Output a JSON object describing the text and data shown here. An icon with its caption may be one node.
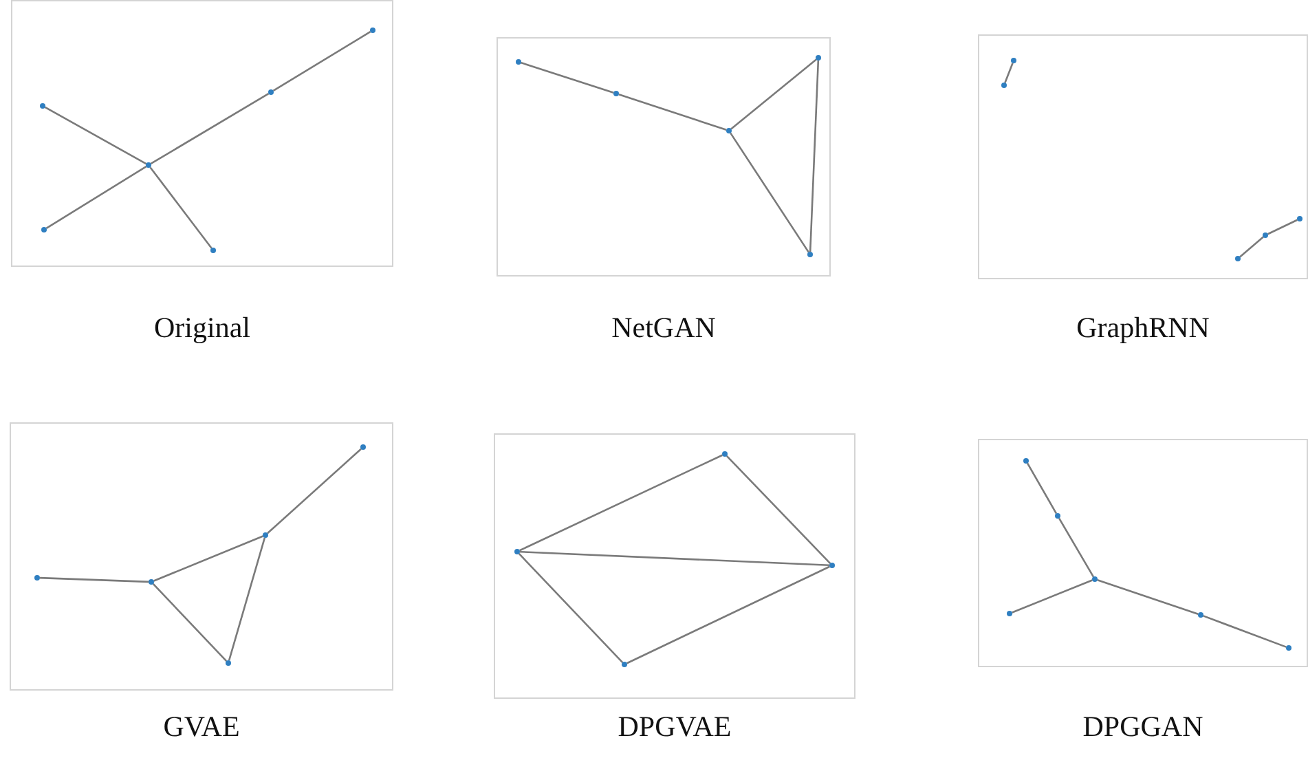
{
  "diagram": {
    "nodes": [
      {
        "text": [
          "Original"
        ]
      },
      {
        "text": [],
        "shape": "circle",
        "in": 0
      },
      {
        "text": [],
        "shape": "circle",
        "in": 0
      },
      {
        "text": [],
        "shape": "circle",
        "in": 0
      },
      {
        "text": [],
        "shape": "circle",
        "in": 0
      },
      {
        "text": [],
        "shape": "circle",
        "in": 0
      },
      {
        "text": [],
        "shape": "circle",
        "in": 0
      },
      {
        "text": [
          "NetGAN"
        ]
      },
      {
        "text": [],
        "shape": "circle",
        "in": 7
      },
      {
        "text": [],
        "shape": "circle",
        "in": 7
      },
      {
        "text": [],
        "shape": "circle",
        "in": 7
      },
      {
        "text": [],
        "shape": "circle",
        "in": 7
      },
      {
        "text": [],
        "shape": "circle",
        "in": 7
      },
      {
        "text": [
          "GraphRNN"
        ]
      },
      {
        "text": [],
        "shape": "circle",
        "in": 13
      },
      {
        "text": [],
        "shape": "circle",
        "in": 13
      },
      {
        "text": [],
        "shape": "circle",
        "in": 13
      },
      {
        "text": [],
        "shape": "circle",
        "in": 13
      },
      {
        "text": [],
        "shape": "circle",
        "in": 13
      },
      {
        "text": [
          "GVAE"
        ]
      },
      {
        "text": [],
        "shape": "circle",
        "in": 19
      },
      {
        "text": [],
        "shape": "circle",
        "in": 19
      },
      {
        "text": [],
        "shape": "circle",
        "in": 19
      },
      {
        "text": [],
        "shape": "circle",
        "in": 19
      },
      {
        "text": [],
        "shape": "circle",
        "in": 19
      },
      {
        "text": [
          "DPGVAE"
        ]
      },
      {
        "text": [],
        "shape": "circle",
        "in": 25
      },
      {
        "text": [],
        "shape": "circle",
        "in": 25
      },
      {
        "text": [],
        "shape": "circle",
        "in": 25
      },
      {
        "text": [],
        "shape": "circle",
        "in": 25
      },
      {
        "text": [
          "DPGGAN"
        ]
      },
      {
        "text": [],
        "shape": "circle",
        "in": 30
      },
      {
        "text": [],
        "shape": "circle",
        "in": 30
      },
      {
        "text": [],
        "shape": "circle",
        "in": 30
      },
      {
        "text": [],
        "shape": "circle",
        "in": 30
      },
      {
        "text": [],
        "shape": "circle",
        "in": 30
      },
      {
        "text": [],
        "shape": "circle",
        "in": 30
      }
    ],
    "edges": [
      {
        "from": 3,
        "to": 4,
        "arrow": "none"
      },
      {
        "from": 4,
        "to": 6,
        "arrow": "none"
      },
      {
        "from": 5,
        "to": 4,
        "arrow": "none"
      },
      {
        "from": 4,
        "to": 2,
        "arrow": "none"
      },
      {
        "from": 2,
        "to": 1,
        "arrow": "none"
      },
      {
        "from": 8,
        "to": 9,
        "arrow": "none"
      },
      {
        "from": 9,
        "to": 10,
        "arrow": "none"
      },
      {
        "from": 10,
        "to": 11,
        "arrow": "none"
      },
      {
        "from": 10,
        "to": 12,
        "arrow": "none"
      },
      {
        "from": 11,
        "to": 12,
        "arrow": "none"
      },
      {
        "from": 14,
        "to": 15,
        "arrow": "none"
      },
      {
        "from": 18,
        "to": 17,
        "arrow": "none"
      },
      {
        "from": 17,
        "to": 16,
        "arrow": "none"
      },
      {
        "from": 22,
        "to": 23,
        "arrow": "none"
      },
      {
        "from": 23,
        "to": 21,
        "arrow": "none"
      },
      {
        "from": 23,
        "to": 24,
        "arrow": "none"
      },
      {
        "from": 24,
        "to": 21,
        "arrow": "none"
      },
      {
        "from": 21,
        "to": 20,
        "arrow": "none"
      },
      {
        "from": 27,
        "to": 26,
        "arrow": "none"
      },
      {
        "from": 26,
        "to": 28,
        "arrow": "none"
      },
      {
        "from": 27,
        "to": 28,
        "arrow": "none"
      },
      {
        "from": 27,
        "to": 29,
        "arrow": "none"
      },
      {
        "from": 29,
        "to": 28,
        "arrow": "none"
      },
      {
        "from": 31,
        "to": 32,
        "arrow": "none"
      },
      {
        "from": 32,
        "to": 33,
        "arrow": "none"
      },
      {
        "from": 33,
        "to": 34,
        "arrow": "none"
      },
      {
        "from": 33,
        "to": 35,
        "arrow": "none"
      },
      {
        "from": 35,
        "to": 36,
        "arrow": "none"
      }
    ]
  }
}
